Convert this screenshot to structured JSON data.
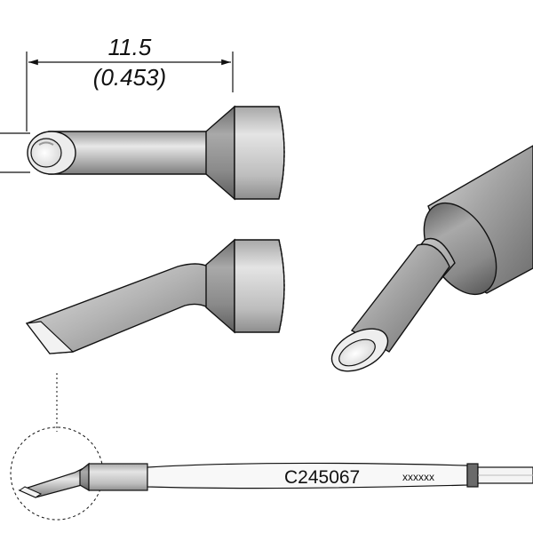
{
  "dimension": {
    "value": "11.5",
    "value_inches": "(0.453)"
  },
  "part_label": {
    "code": "C245067",
    "marking": "xxxxxx"
  },
  "colors": {
    "line": "#111111",
    "shaft_light": "#e6e6e6",
    "shaft_mid": "#b8b8b8",
    "shaft_dark": "#7a7a7a",
    "collar": "#8c8c8c",
    "tip_face": "#f4f4f4"
  }
}
